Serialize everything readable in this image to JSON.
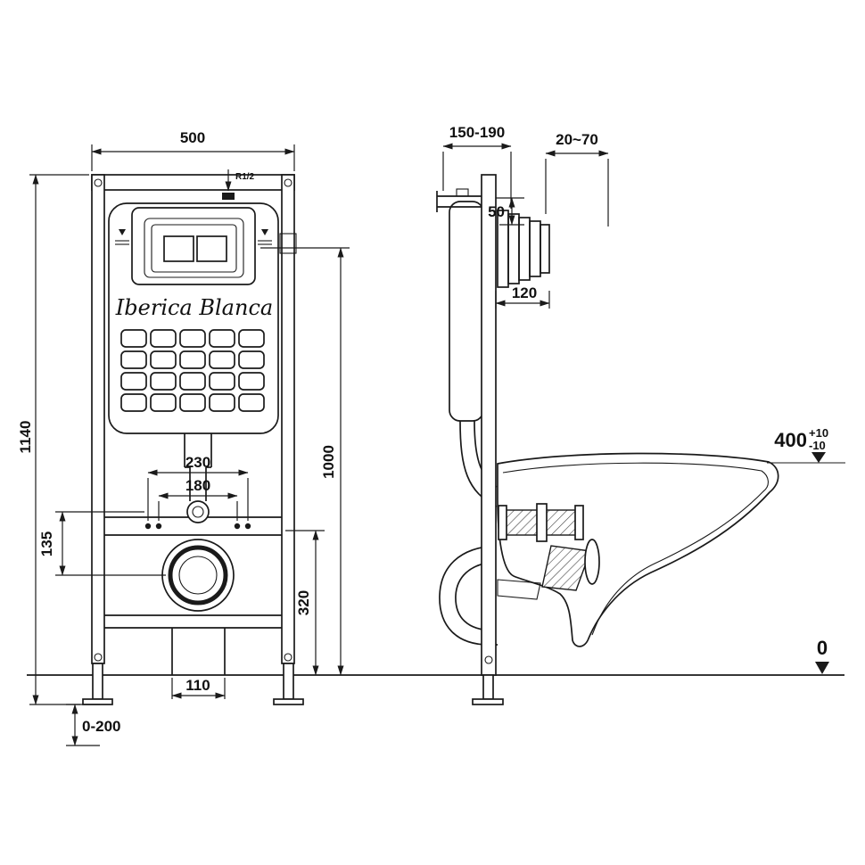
{
  "diagram": {
    "brand": "Iberica Blanca",
    "front": {
      "width": "500",
      "height": "1140",
      "inlet_thread": "R1/2",
      "pipe_span": "230",
      "bolt_span": "180",
      "inlet_offset": "135",
      "drain_center_height": "320",
      "plate_center_height": "1000",
      "outlet_width": "110",
      "feet_adjust_range": "0-200"
    },
    "side": {
      "frame_depth_range": "150-190",
      "plate_protrusion_range": "20~70",
      "top_bracket_gap": "50",
      "tank_depth": "120",
      "rim_height": "400",
      "rim_tol_plus": "+10",
      "rim_tol_minus": "-10",
      "floor_level": "0"
    }
  }
}
